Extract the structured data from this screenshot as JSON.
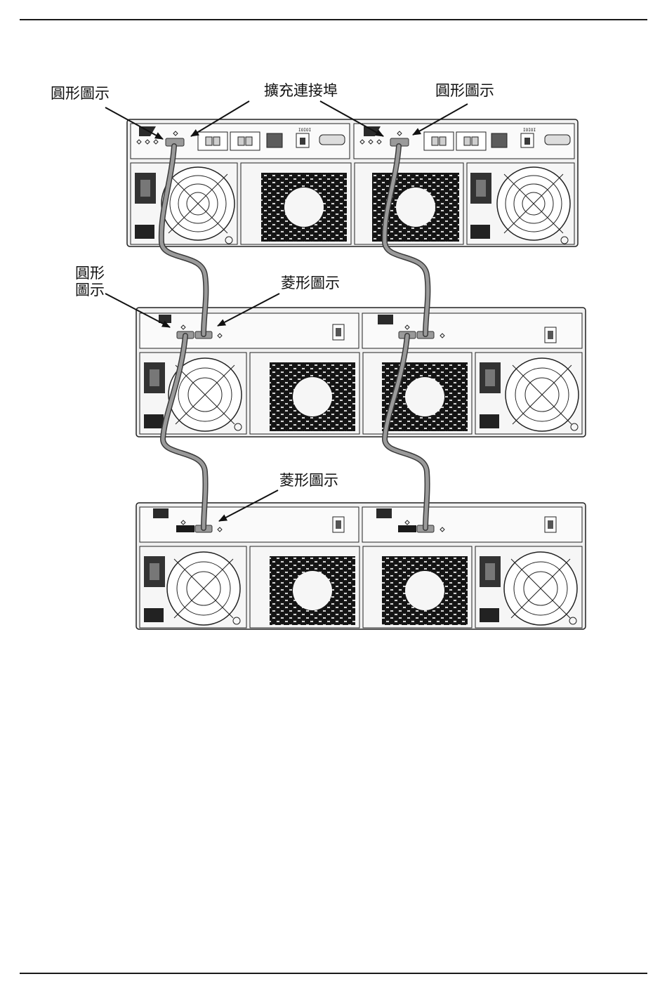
{
  "callouts": {
    "circle_icon_left": "圓形圖示",
    "expansion_port": "擴充連接埠",
    "circle_icon_right": "圓形圖示",
    "circle_icon_mid_line1": "圓形",
    "circle_icon_mid_line2": "圖示",
    "diamond_icon_mid": "菱形圖示",
    "diamond_icon_bottom": "菱形圖示"
  },
  "port_glyph": "IOIOI",
  "colors": {
    "cable": "#9a9a9a",
    "cable_outline": "#3a3a3a",
    "chassis_line": "#222222",
    "panel_fill": "#f4f4f4"
  }
}
